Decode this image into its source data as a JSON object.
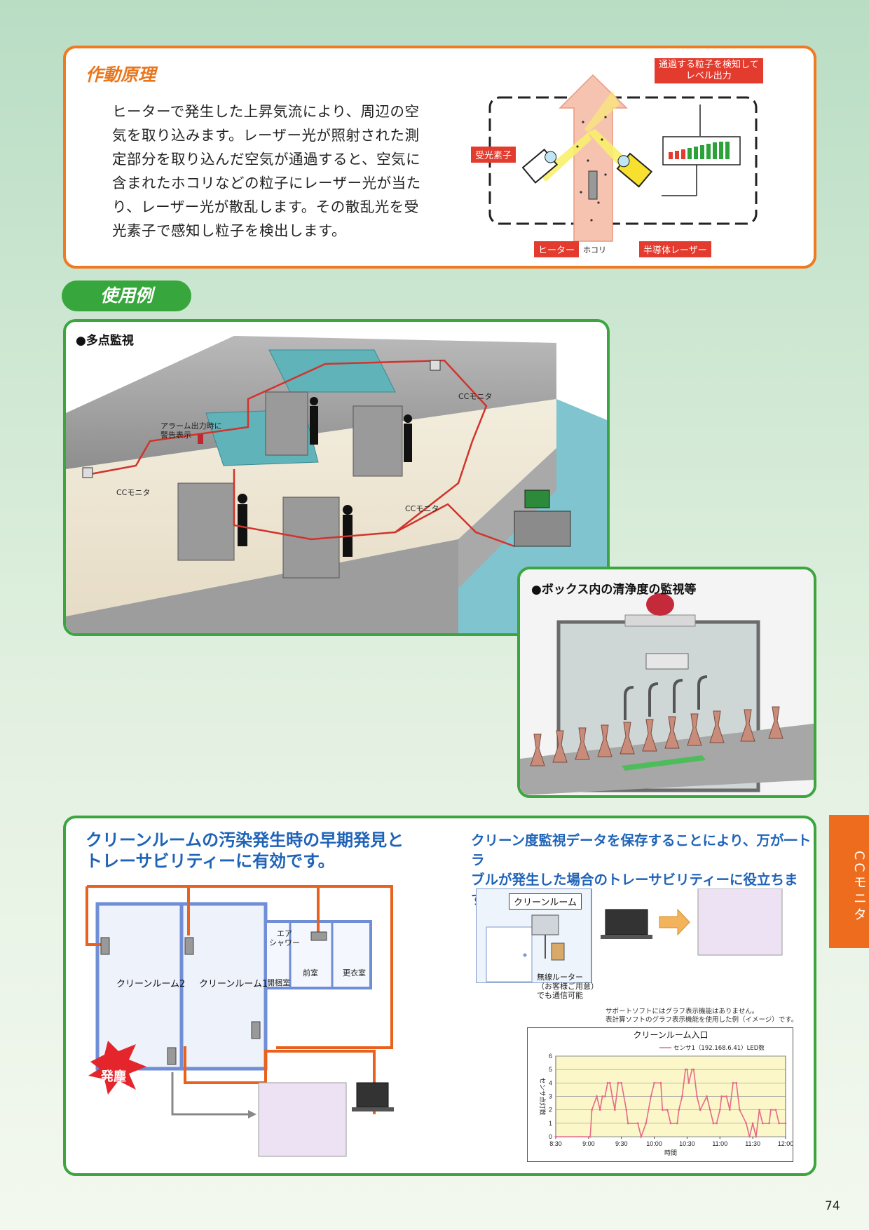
{
  "principle": {
    "heading": "作動原理",
    "lines": [
      "ヒーターで発生した上昇気流により、周辺の空",
      "気を取り込みます。レーザー光が照射された測",
      "定部分を取り込んだ空気が通過すると、空気に",
      "含まれたホコリなどの粒子にレーザー光が当た",
      "り、レーザー光が散乱します。その散乱光を受",
      "光素子で感知し粒子を検出します。"
    ],
    "diagram": {
      "detect_label_line1": "通過する粒子を検知して",
      "detect_label_line2": "レベル出力",
      "receiver_label": "受光素子",
      "heater_label": "ヒーター",
      "dust_label": "ホコリ",
      "laser_label": "半導体レーザー"
    }
  },
  "usage": {
    "pill": "使用例",
    "multipoint": {
      "title": "●多点監視",
      "cc1": "CCモニタ",
      "cc2": "CCモニタ",
      "cc3": "CCモニタ",
      "alarm_line1": "アラーム出力時に",
      "alarm_line2": "警告表示"
    },
    "box": {
      "title": "●ボックス内の清浄度の監視等"
    }
  },
  "bottom": {
    "title_left_line1": "クリーンルームの汚染発生時の早期発見と",
    "title_left_line2": "トレーサビリティーに有効です。",
    "title_right_line1": "クリーン度監視データを保存することにより、万が一トラ",
    "title_right_line2": "ブルが発生した場合のトレーサビリティーに役立ちます。",
    "floor": {
      "room2": "クリーンルーム2",
      "room1": "クリーンルーム1",
      "air_shower_line1": "エア",
      "air_shower_line2": "シャワー",
      "kaikoshitsu": "開梱室",
      "maeshitsu": "前室",
      "koishitsu": "更衣室",
      "hatsujin": "発塵"
    },
    "network": {
      "cleanroom": "クリーンルーム",
      "router_line1": "無線ルーター",
      "router_line2": "（お客様ご用意）",
      "router_line3": "でも通信可能"
    },
    "note_line1": "サポートソフトにはグラフ表示機能はありません。",
    "note_line2": "表計算ソフトのグラフ表示機能を使用した例（イメージ）です。"
  },
  "chart_data": {
    "type": "line",
    "title": "クリーンルーム入口",
    "legend": "センサ1（192.168.6.41）LED数",
    "ylabel": "センサ点灯数",
    "xlabel": "時間",
    "ylim": [
      0,
      6
    ],
    "yticks": [
      "0",
      "1",
      "2",
      "3",
      "4",
      "5",
      "6"
    ],
    "xticks": [
      "8:30",
      "9:00",
      "9:30",
      "10:00",
      "10:30",
      "11:00",
      "11:30",
      "12:00"
    ],
    "x": [
      0,
      1.05,
      1.1,
      1.25,
      1.35,
      1.42,
      1.5,
      1.58,
      1.65,
      1.72,
      1.8,
      1.9,
      2.0,
      2.15,
      2.2,
      2.5,
      2.6,
      2.75,
      2.9,
      3.0,
      3.2,
      3.25,
      3.4,
      3.5,
      3.7,
      3.75,
      3.85,
      3.95,
      4.0,
      4.05,
      4.15,
      4.2,
      4.3,
      4.4,
      4.6,
      4.7,
      4.8,
      4.9,
      5.0,
      5.05,
      5.2,
      5.3,
      5.4,
      5.5,
      5.6,
      5.8,
      5.9,
      6.0,
      6.1,
      6.2,
      6.3,
      6.5,
      6.55,
      6.7,
      6.8,
      7.0
    ],
    "series": [
      {
        "name": "センサ1（192.168.6.41）LED数",
        "values": [
          0,
          0,
          2,
          3,
          2,
          3,
          3,
          4,
          4,
          3,
          2,
          4,
          4,
          2,
          1,
          1,
          0,
          1,
          3,
          4,
          4,
          2,
          2,
          1,
          1,
          2,
          3,
          5,
          5,
          4,
          5,
          5,
          3,
          2,
          3,
          2,
          1,
          1,
          2,
          3,
          3,
          2,
          4,
          4,
          2,
          1,
          0,
          1,
          0,
          2,
          1,
          1,
          2,
          2,
          1,
          1
        ]
      }
    ]
  },
  "page_number": "74",
  "side_tab": "CCモニタ"
}
